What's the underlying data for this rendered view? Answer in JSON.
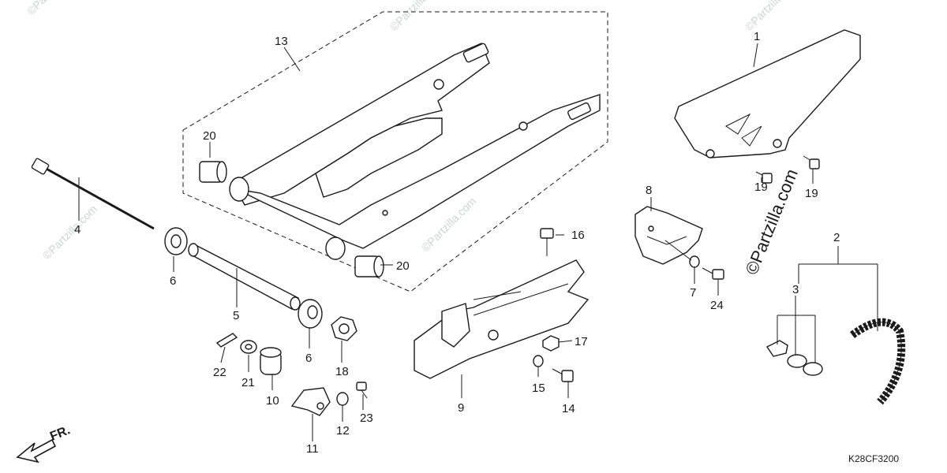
{
  "diagram": {
    "part_code": "K28CF3200",
    "direction_label": "FR.",
    "watermark": "©Partzilla.com",
    "callouts": {
      "c1": "1",
      "c2": "2",
      "c3": "3",
      "c4": "4",
      "c5": "5",
      "c6a": "6",
      "c6b": "6",
      "c7": "7",
      "c8": "8",
      "c9": "9",
      "c10": "10",
      "c11": "11",
      "c12": "12",
      "c13": "13",
      "c14": "14",
      "c15": "15",
      "c16": "16",
      "c17": "17",
      "c18": "18",
      "c19a": "19",
      "c19b": "19",
      "c20a": "20",
      "c20b": "20",
      "c21": "21",
      "c22": "22",
      "c23": "23",
      "c24": "24"
    }
  }
}
